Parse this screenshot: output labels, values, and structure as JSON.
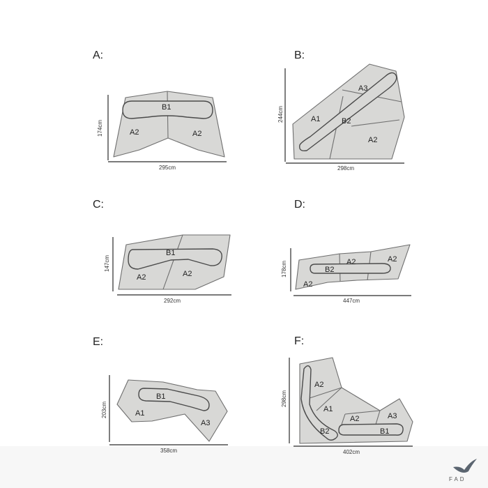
{
  "layouts": [
    {
      "title": "A:",
      "width": "295cm",
      "height": "174cm",
      "labels": [
        "B1",
        "A2",
        "A2"
      ]
    },
    {
      "title": "B:",
      "width": "298cm",
      "height": "244cm",
      "labels": [
        "A3",
        "A1",
        "B2",
        "A2"
      ]
    },
    {
      "title": "C:",
      "width": "292cm",
      "height": "147cm",
      "labels": [
        "B1",
        "A2",
        "A2"
      ]
    },
    {
      "title": "D:",
      "width": "447cm",
      "height": "178cm",
      "labels": [
        "A2",
        "A2",
        "B2",
        "A2"
      ]
    },
    {
      "title": "E:",
      "width": "358cm",
      "height": "203cm",
      "labels": [
        "B1",
        "A1",
        "A3"
      ]
    },
    {
      "title": "F:",
      "width": "402cm",
      "height": "298cm",
      "labels": [
        "A2",
        "A1",
        "A2",
        "A3",
        "B2",
        "B1"
      ]
    }
  ],
  "brand": {
    "text": "FAD"
  },
  "colors": {
    "module_fill": "#d8d8d6",
    "outline": "#6e6e6e",
    "background": "#ffffff"
  }
}
